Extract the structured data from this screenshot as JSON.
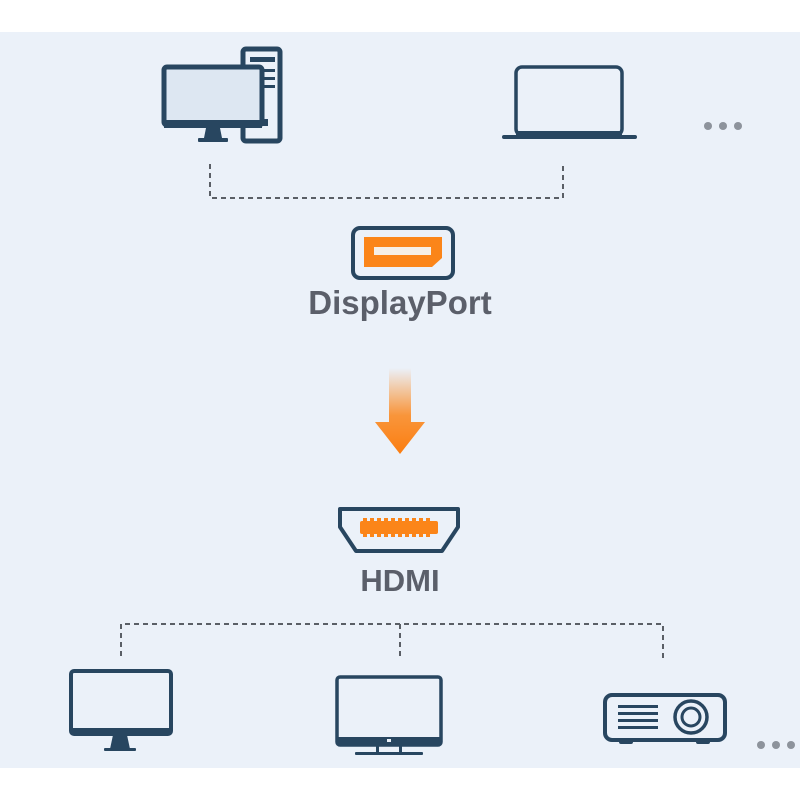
{
  "colors": {
    "background": "#ebf1f9",
    "icon_stroke": "#284660",
    "accent_orange": "#fb8519",
    "label_text": "#5b5f6a",
    "dots": "#8d939c",
    "connector": "#5a5f66"
  },
  "sources": {
    "devices": [
      {
        "icon": "desktop-computer-icon",
        "label": "Desktop computer"
      },
      {
        "icon": "laptop-icon",
        "label": "Laptop"
      }
    ],
    "more_indicator": "..."
  },
  "input_port": {
    "icon": "displayport-connector-icon",
    "label": "DisplayPort"
  },
  "conversion_arrow": {
    "icon": "arrow-down-icon",
    "direction": "down"
  },
  "output_port": {
    "icon": "hdmi-connector-icon",
    "label": "HDMI"
  },
  "destinations": {
    "devices": [
      {
        "icon": "monitor-icon",
        "label": "Monitor"
      },
      {
        "icon": "tv-icon",
        "label": "TV"
      },
      {
        "icon": "projector-icon",
        "label": "Projector"
      }
    ],
    "more_indicator": "..."
  }
}
